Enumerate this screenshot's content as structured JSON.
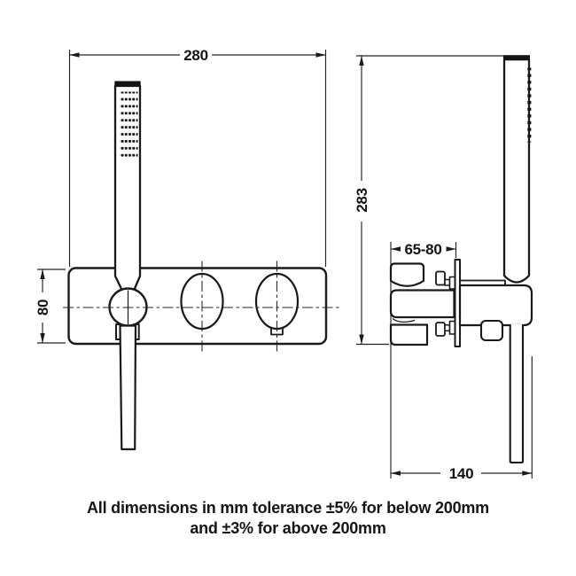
{
  "drawing": {
    "kind": "shower-valve-technical-drawing",
    "front_view": {
      "dims": {
        "plate_width_mm": "280",
        "plate_height_mm": "80"
      }
    },
    "side_view": {
      "dims": {
        "overall_height_mm": "283",
        "valve_depth_mm": "65-80",
        "reach_mm": "140"
      }
    },
    "note": {
      "line1": "All dimensions in mm tolerance ±5% for below 200mm",
      "line2": "and ±3% for above 200mm"
    },
    "colors": {
      "line": "#1a1a1a",
      "background": "#ffffff",
      "text": "#151515"
    }
  }
}
